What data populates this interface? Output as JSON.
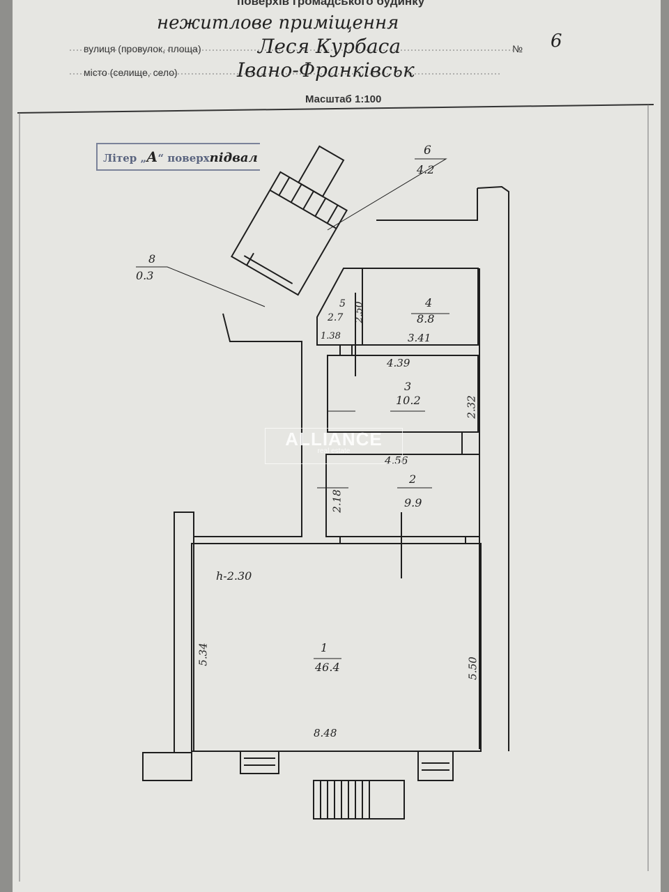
{
  "header": {
    "top_line": "поверхів громадського будинку",
    "purpose": "нежитлове приміщення",
    "street_label": "вулиця (провулок, площа)",
    "street": "Леся Курбаса",
    "number_label": "№",
    "number": "6",
    "city_label": "місто (селище, село)",
    "city": "Івано-Франківськ",
    "scale": "Масштаб 1:100"
  },
  "stamp": {
    "prefix": "Літер „",
    "letter": "А",
    "suffix": "“ поверх",
    "floor": "підвал"
  },
  "rooms": [
    {
      "num": "1",
      "area": "46.4"
    },
    {
      "num": "2",
      "area": "9.9"
    },
    {
      "num": "3",
      "area": "10.2"
    },
    {
      "num": "4",
      "area": "8.8"
    },
    {
      "num": "5",
      "area": "2.7"
    },
    {
      "num": "6",
      "area": "4.2"
    },
    {
      "num": "8",
      "area": "0.3"
    }
  ],
  "dimensions": {
    "h": "h-2.30",
    "d1_left": "5.34",
    "d1_right": "5.50",
    "d1_bottom": "8.48",
    "d2_top": "4.56",
    "d2_left": "2.18",
    "d3_top": "4.39",
    "d3_right": "2.32",
    "d4_bottom": "3.41",
    "d5_bottom": "1.38",
    "d45": "2.50"
  },
  "watermark": {
    "brand": "ALLIANCE",
    "sub": "real estate"
  }
}
